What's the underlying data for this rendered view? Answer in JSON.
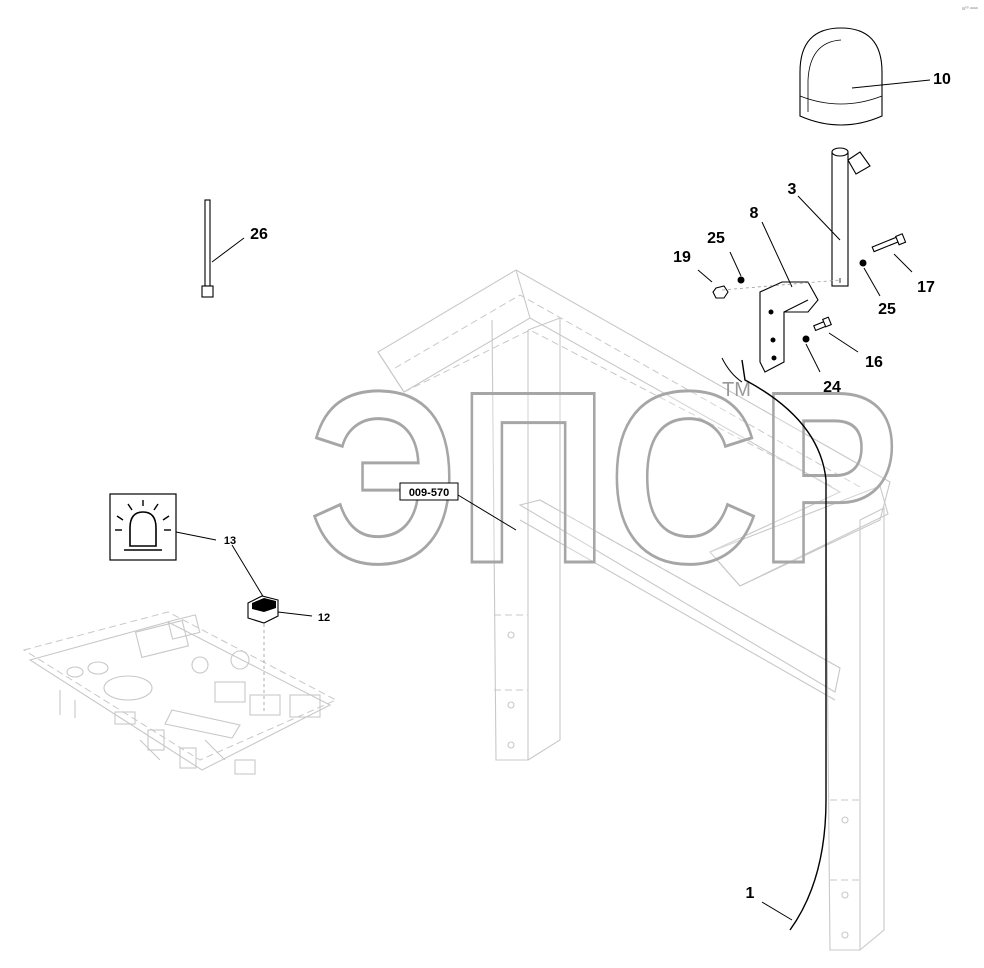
{
  "diagram": {
    "corner_code": "a⁰⁰ ᵃᵃᵃᵃ",
    "watermark": {
      "letters": "ЭПСР",
      "trademark": "TM"
    },
    "reference_box": "009-570",
    "callouts": {
      "c1": "1",
      "c3": "3",
      "c8": "8",
      "c10": "10",
      "c12": "12",
      "c13": "13",
      "c16": "16",
      "c17": "17",
      "c19": "19",
      "c24": "24",
      "c25a": "25",
      "c25b": "25",
      "c26": "26"
    },
    "symbol": "beacon-light-symbol"
  }
}
